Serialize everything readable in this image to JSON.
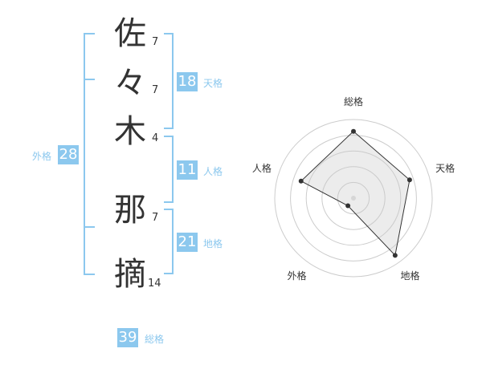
{
  "name_chars": [
    {
      "char": "佐",
      "strokes": "7"
    },
    {
      "char": "々",
      "strokes": "7"
    },
    {
      "char": "木",
      "strokes": "4"
    },
    {
      "char": "那",
      "strokes": "7"
    },
    {
      "char": "摘",
      "strokes": "14"
    }
  ],
  "kakusu": {
    "tenkaku": {
      "value": "18",
      "label": "天格"
    },
    "jinkaku": {
      "value": "11",
      "label": "人格"
    },
    "chikaku": {
      "value": "21",
      "label": "地格"
    },
    "gaikaku": {
      "value": "28",
      "label": "外格"
    },
    "soukaku": {
      "value": "39",
      "label": "総格"
    }
  },
  "colors": {
    "accent": "#8cc8ee",
    "text": "#333333",
    "grid": "#cccccc",
    "fill": "#eeeeee"
  },
  "chart_data": {
    "type": "radar",
    "axes": [
      "総格",
      "天格",
      "地格",
      "外格",
      "人格"
    ],
    "values": [
      0.85,
      0.75,
      0.9,
      0.12,
      0.7
    ],
    "rings": 5
  }
}
